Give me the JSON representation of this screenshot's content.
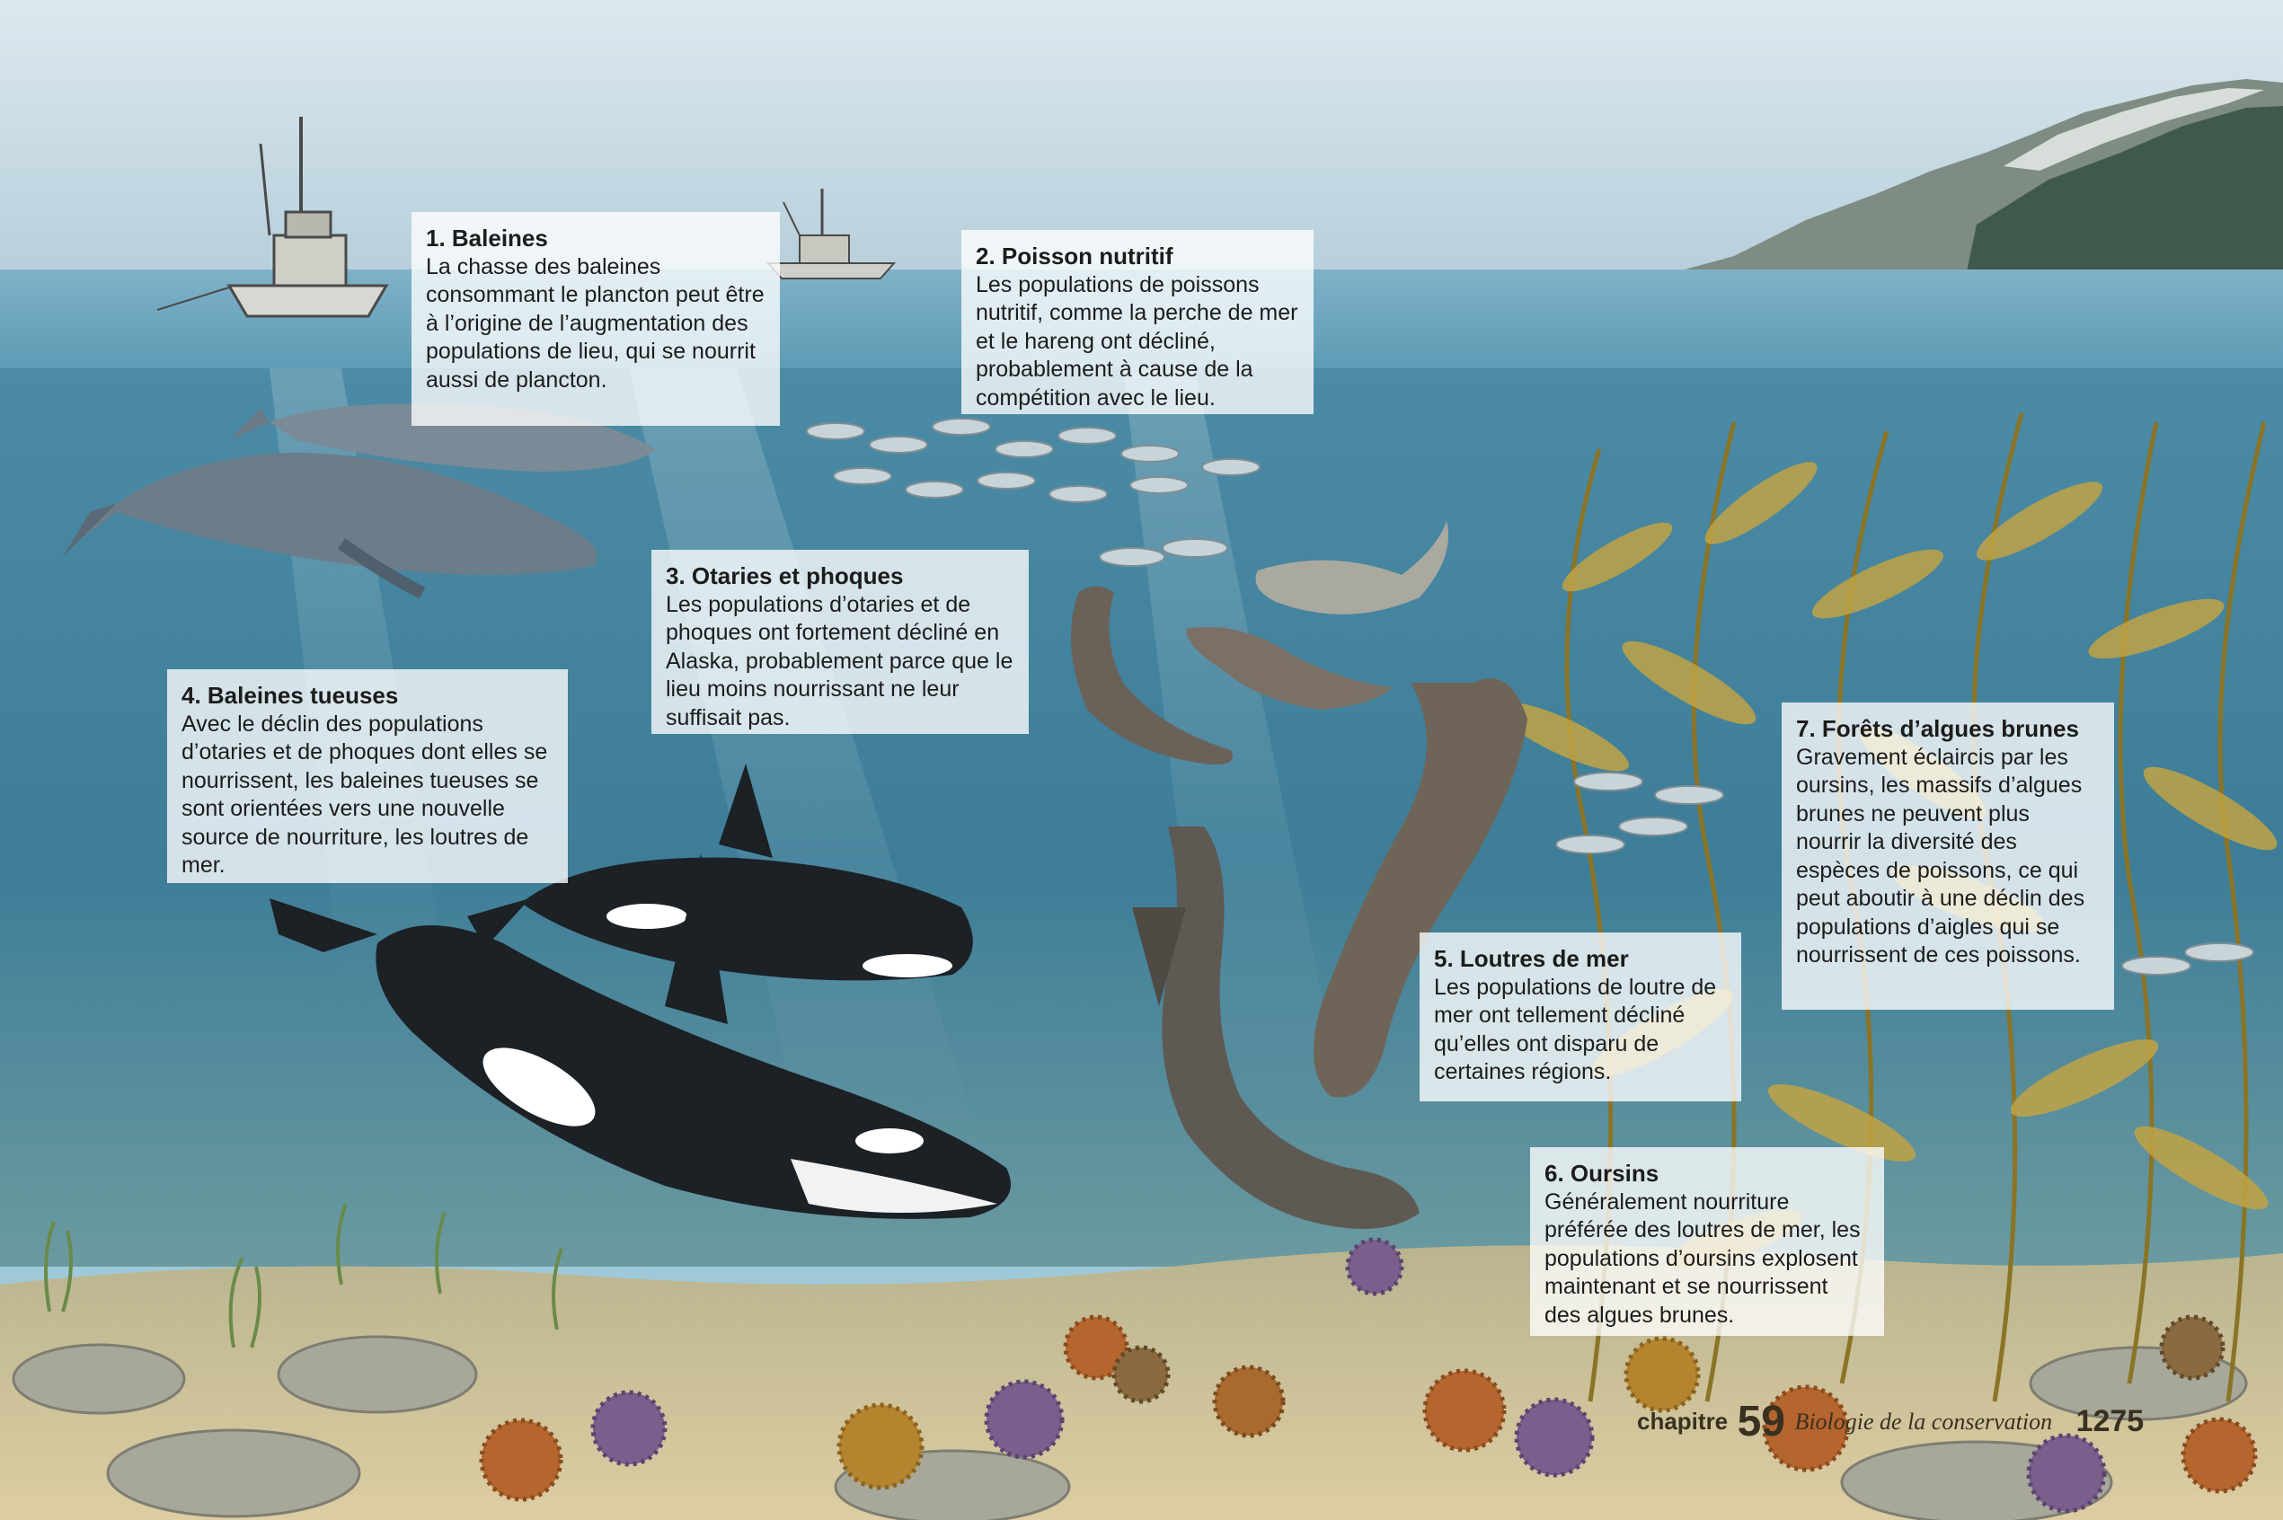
{
  "colors": {
    "sky_top": "#d9e6ec",
    "sky_bottom": "#b9d3df",
    "sea_surface": "#6fa8c4",
    "water_shallow": "#4f8ea8",
    "water_deep": "#3a7893",
    "seafloor": "#d8c79c",
    "kelp": "#b89a3a",
    "orca_black": "#1c2126",
    "whale_grey": "#6c7d8a",
    "sea_lion": "#5e5952",
    "urchin_purple": "#7a5e8c",
    "urchin_orange": "#b5652e"
  },
  "captions": [
    {
      "title": "1. Baleines",
      "body": "La chasse des baleines consommant le plancton peut être à l’origine de l’augmentation des populations de lieu, qui se nourrit aussi de plancton."
    },
    {
      "title": "2. Poisson nutritif",
      "body": "Les populations de poissons nutritif, comme la perche de mer et le hareng ont décliné, probablement à cause de la compétition avec le lieu."
    },
    {
      "title": "3. Otaries et phoques",
      "body": "Les populations d’otaries et de phoques ont fortement décliné en Alaska, probablement parce que le lieu moins nourrissant ne leur suffisait pas."
    },
    {
      "title": "4. Baleines tueuses",
      "body": "Avec le déclin des populations d’otaries et de phoques dont elles se nourrissent, les baleines tueuses se sont orientées vers une nouvelle source de nourriture, les loutres de mer."
    },
    {
      "title": "5. Loutres de mer",
      "body": "Les populations de loutre de mer ont tellement décliné qu’elles ont disparu de certaines régions."
    },
    {
      "title": "6. Oursins",
      "body": "Généralement nourriture préférée des loutres de mer, les populations d’oursins explosent maintenant et se nourrissent des algues brunes."
    },
    {
      "title": "7. Forêts d’algues brunes",
      "body": "Gravement éclaircis par les oursins, les massifs d’algues brunes ne peuvent plus nourrir la diversité des espèces de poissons, ce qui peut aboutir à une déclin des populations d’aigles qui se nourrissent de ces poissons."
    }
  ],
  "footer": {
    "chapter_label": "chapitre",
    "chapter_number": "59",
    "subject": "Biologie de la conservation",
    "page_number": "1275"
  }
}
